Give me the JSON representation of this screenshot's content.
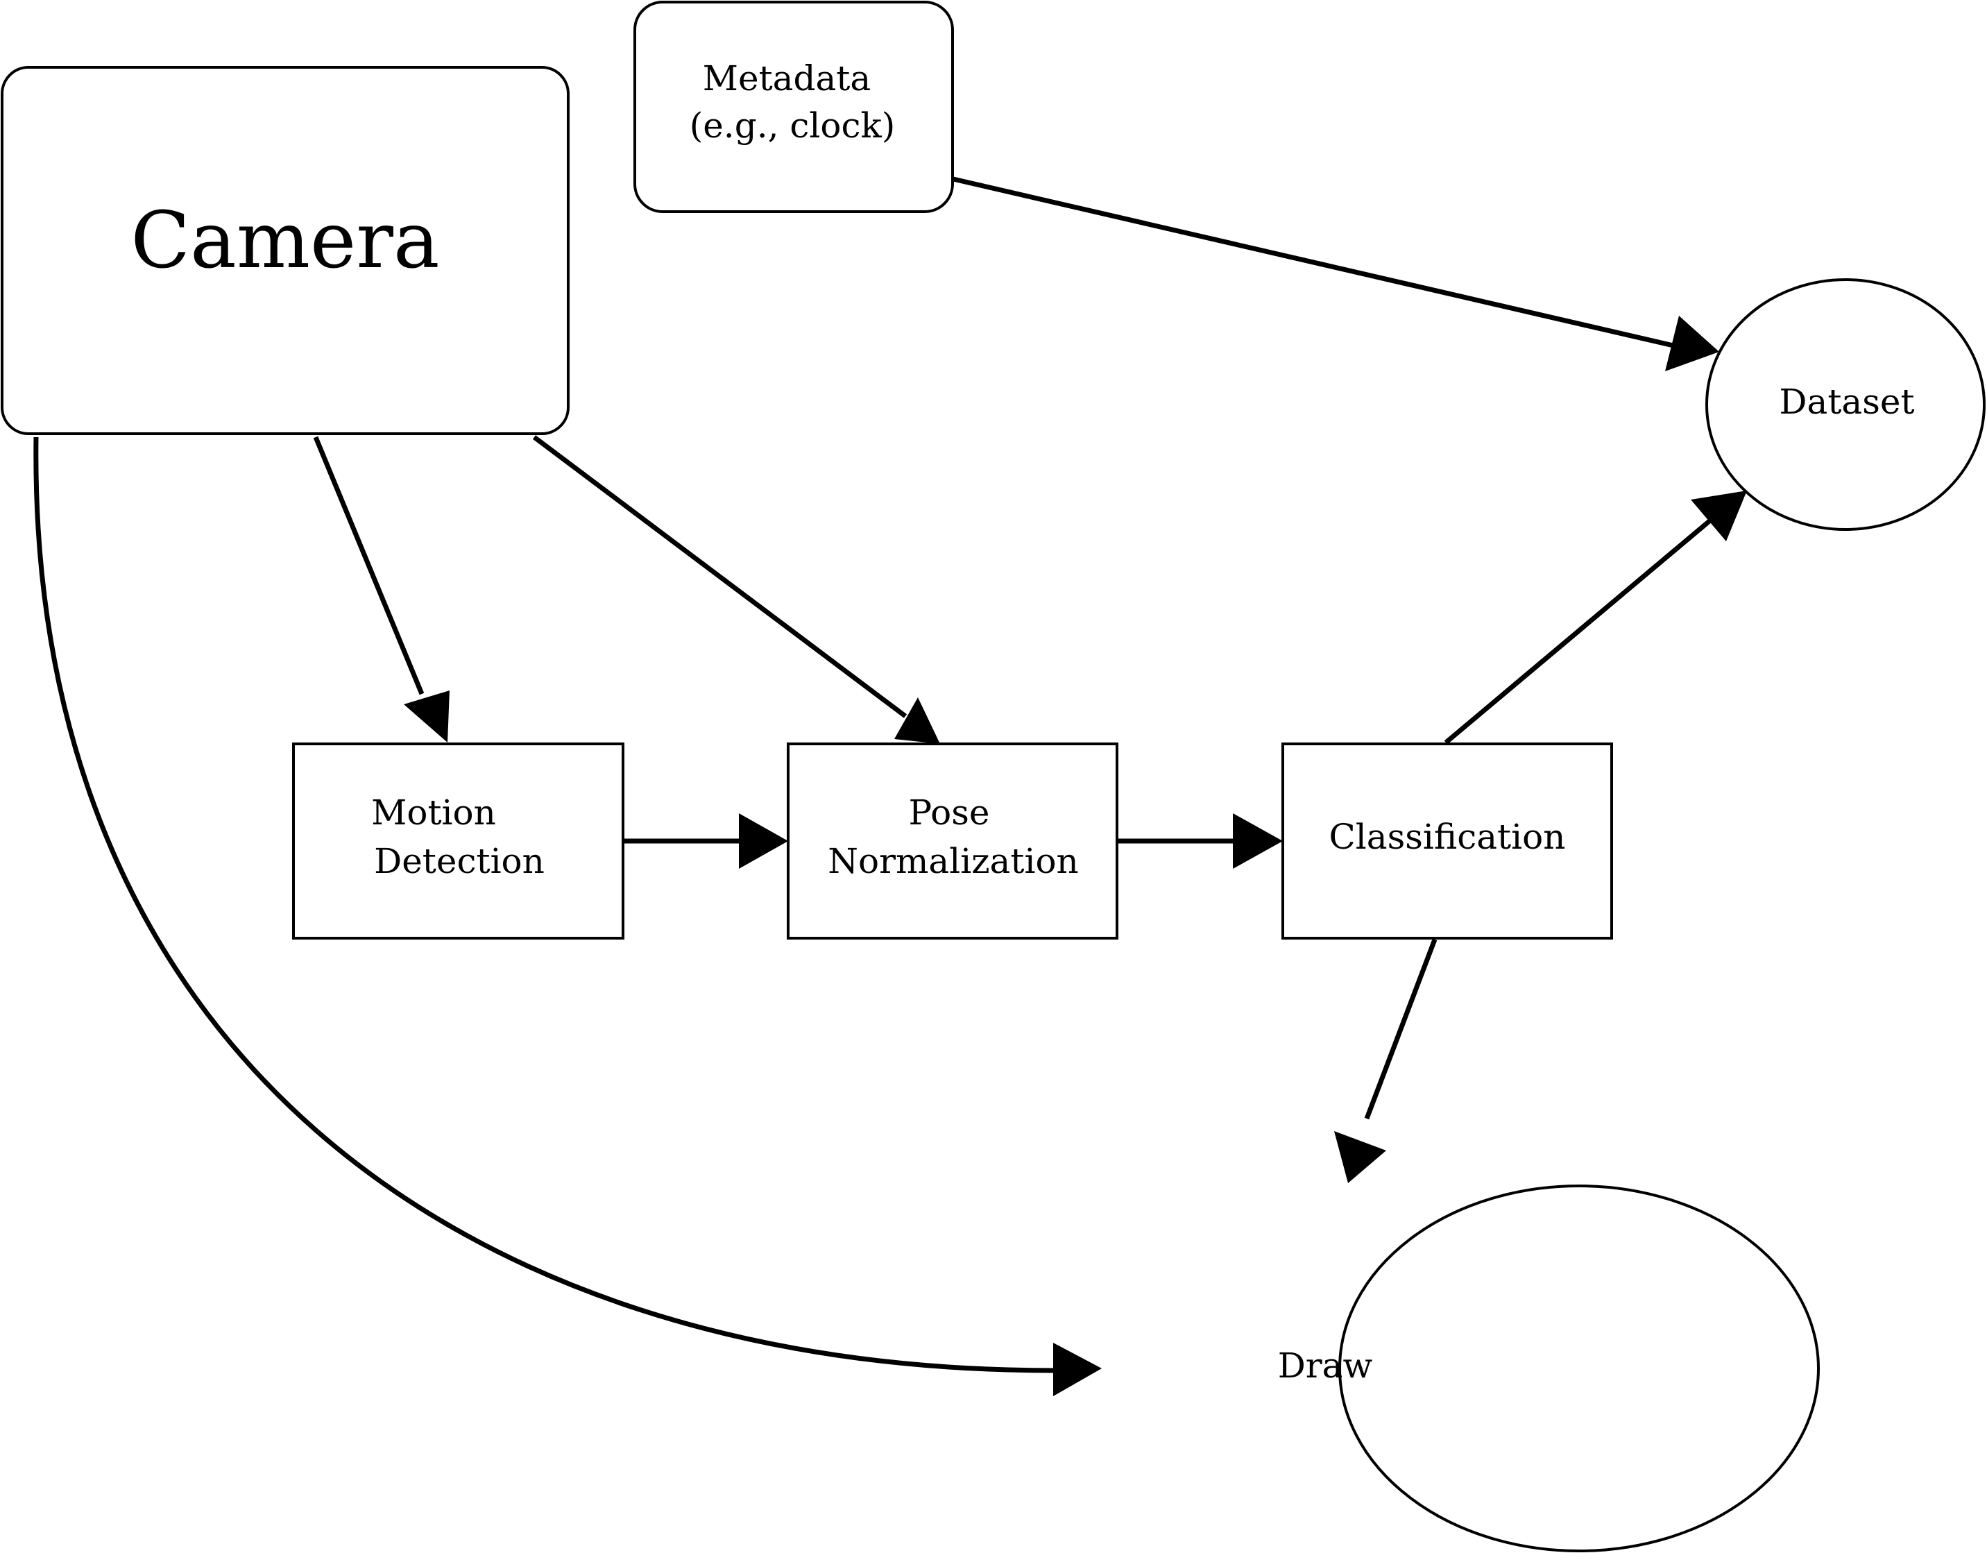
{
  "nodes": {
    "camera": {
      "label": "Camera",
      "shape": "rounded-rect"
    },
    "metadata": {
      "lines": [
        "Metadata",
        "(e.g., clock)"
      ],
      "shape": "rounded-rect"
    },
    "motion_detection": {
      "lines": [
        "Motion",
        "Detection"
      ],
      "shape": "rect"
    },
    "pose_normalization": {
      "lines": [
        "Pose",
        "Normalization"
      ],
      "shape": "rect"
    },
    "classification": {
      "label": "Classification",
      "shape": "rect"
    },
    "dataset": {
      "label": "Dataset",
      "shape": "ellipse"
    },
    "draw": {
      "label": "Draw",
      "shape": "ellipse"
    }
  },
  "edges": [
    {
      "from": "metadata",
      "to": "dataset"
    },
    {
      "from": "camera",
      "to": "motion_detection"
    },
    {
      "from": "camera",
      "to": "pose_normalization"
    },
    {
      "from": "camera",
      "to": "draw"
    },
    {
      "from": "motion_detection",
      "to": "pose_normalization"
    },
    {
      "from": "pose_normalization",
      "to": "classification"
    },
    {
      "from": "classification",
      "to": "dataset"
    },
    {
      "from": "classification",
      "to": "draw"
    }
  ],
  "colors": {
    "stroke": "#000000",
    "background": "#ffffff"
  }
}
